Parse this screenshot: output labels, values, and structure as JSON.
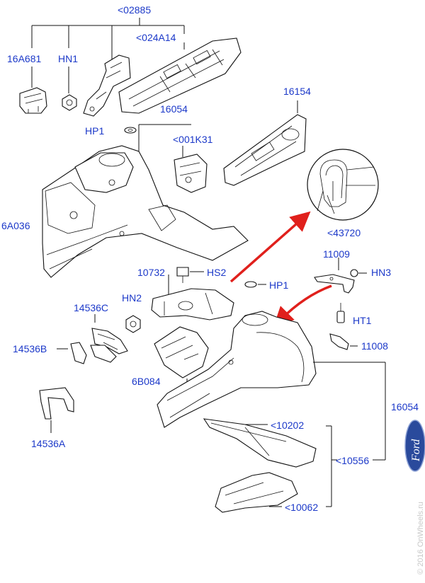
{
  "labels": {
    "p02885": "<02885",
    "p16A681": "16A681",
    "pHN1": "HN1",
    "p024A14": "<024A14",
    "p16154": "16154",
    "p16054a": "16054",
    "pHP1a": "HP1",
    "p001K31": "<001K31",
    "p6A036": "6A036",
    "p43720": "<43720",
    "p11009": "11009",
    "pHN3": "HN3",
    "p10732": "10732",
    "pHS2": "HS2",
    "pHP1b": "HP1",
    "pHN2": "HN2",
    "p14536C": "14536C",
    "pHT1": "HT1",
    "p14536B": "14536B",
    "p11008": "11008",
    "p6B084": "6B084",
    "p16054b": "16054",
    "p14536A": "14536A",
    "p10202": "<10202",
    "p10556": "<10556",
    "p10062": "<10062"
  },
  "logo": {
    "text": "Ford",
    "color": "#2a4a9c"
  },
  "watermark": "© 2016 OnWheels.ru",
  "colors": {
    "label": "#1c39c9",
    "arrow": "#e0201c",
    "line": "#111111"
  }
}
